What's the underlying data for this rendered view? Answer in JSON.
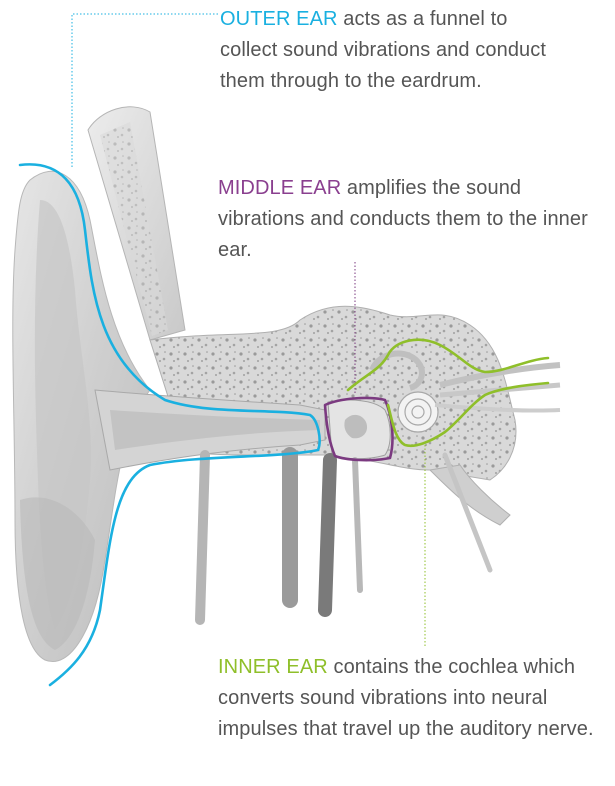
{
  "colors": {
    "outer": "#1ab0e0",
    "middle": "#7b3a80",
    "inner": "#8fbf2a",
    "text": "#555555"
  },
  "outer_ear": {
    "label": "OUTER EAR",
    "description": "acts as a funnel to collect sound vibrations and conduct them through to the eardrum."
  },
  "middle_ear": {
    "label": "MIDDLE EAR",
    "description": "amplifies the sound vibrations and conducts them to the inner ear."
  },
  "inner_ear": {
    "label": "INNER EAR",
    "description": "contains the cochlea which converts sound vibrations into neural impulses that travel up the auditory nerve."
  }
}
